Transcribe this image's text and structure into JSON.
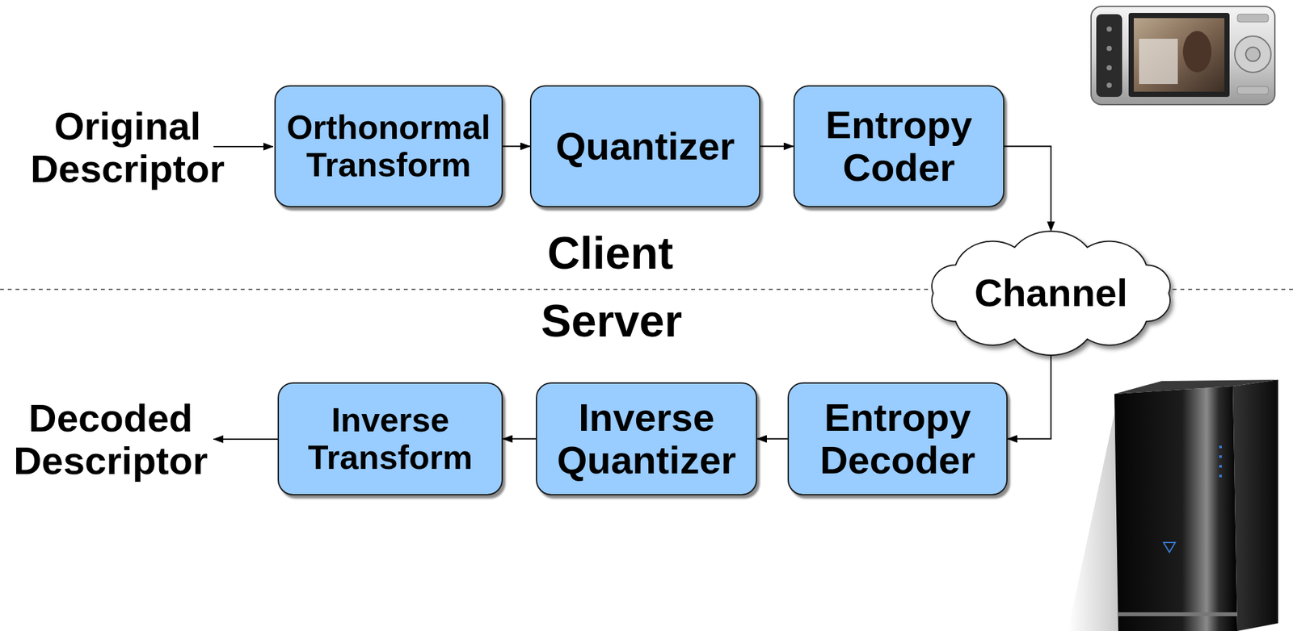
{
  "diagram": {
    "nodes": [
      {
        "text": [
          "Orthonormal Transform"
        ]
      },
      {
        "text": [
          "Quantizer"
        ]
      },
      {
        "text": [
          "Entropy Coder"
        ]
      },
      {
        "text": [
          "Channel"
        ]
      },
      {
        "text": [
          "Entropy Decoder"
        ]
      },
      {
        "text": [
          "Inverse Quantizer"
        ]
      },
      {
        "text": [
          "Inverse Transform"
        ]
      }
    ],
    "edges": [
      {
        "from": 0,
        "to": 1,
        "arrow": "to"
      },
      {
        "from": 1,
        "to": 2,
        "arrow": "to"
      },
      {
        "from": 2,
        "to": 3,
        "arrow": "to"
      },
      {
        "from": 3,
        "to": 4,
        "arrow": "to"
      },
      {
        "from": 4,
        "to": 5,
        "arrow": "to"
      },
      {
        "from": 5,
        "to": 6,
        "arrow": "to"
      }
    ],
    "labels": [
      "Original Descriptor",
      "Client",
      "Server",
      "Decoded Descriptor"
    ]
  }
}
